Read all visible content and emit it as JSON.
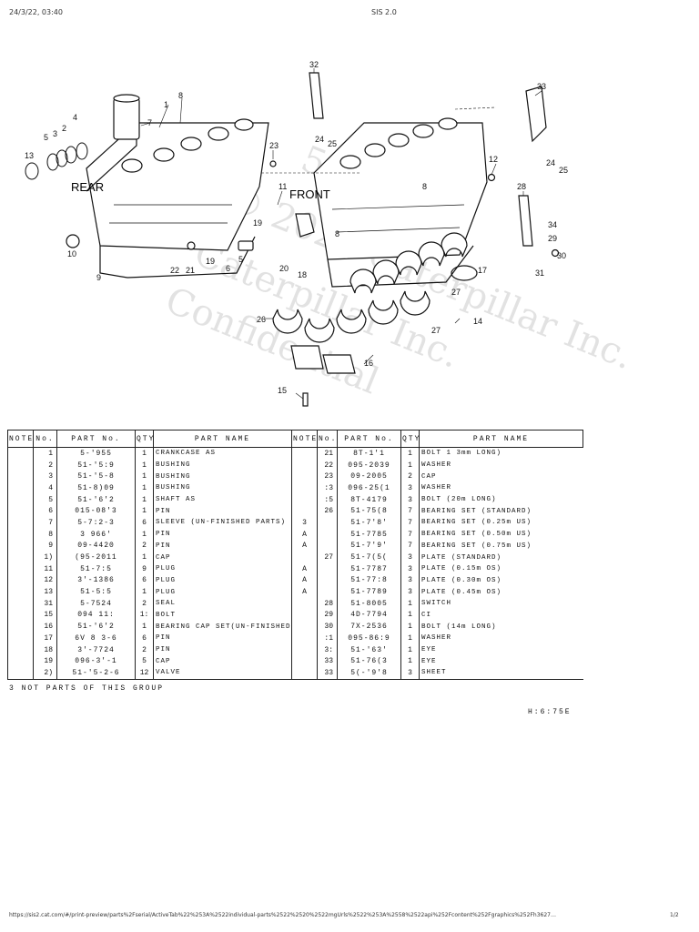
{
  "header": {
    "datetime": "24/3/22, 03:40",
    "title": "SIS 2.0"
  },
  "diagram": {
    "rear_label": "REAR",
    "front_label": "FRONT",
    "callouts": [
      "32",
      "8",
      "1",
      "7",
      "13",
      "3",
      "4",
      "2",
      "5",
      "23",
      "11",
      "24",
      "25",
      "33",
      "12",
      "24",
      "25",
      "28",
      "34",
      "29",
      "30",
      "31",
      "17",
      "8",
      "8",
      "19",
      "10",
      "9",
      "22",
      "21",
      "19",
      "6",
      "5",
      "20",
      "18",
      "26",
      "27",
      "27",
      "16",
      "14",
      "15"
    ],
    "watermark": [
      "51-7",
      "© 2022 Caterpillar Inc.",
      "Caterpillar Inc.",
      "Confidential"
    ]
  },
  "table": {
    "headers": {
      "note": "NOTE",
      "no": "No.",
      "part_no": "PART No.",
      "qty": "QTY",
      "part_name": "PART NAME"
    },
    "left_rows": [
      {
        "note": "",
        "no": "1",
        "part_no": "5-'955",
        "qty": "1",
        "name": "CRANKCASE AS"
      },
      {
        "note": "",
        "no": "2",
        "part_no": "51-'5:9",
        "qty": "1",
        "name": "BUSHING"
      },
      {
        "note": "",
        "no": "3",
        "part_no": "51-'5-8",
        "qty": "1",
        "name": "BUSHING"
      },
      {
        "note": "",
        "no": "4",
        "part_no": "51-8)09",
        "qty": "1",
        "name": "BUSHING"
      },
      {
        "note": "",
        "no": "5",
        "part_no": "51-'6'2",
        "qty": "1",
        "name": "SHAFT AS"
      },
      {
        "note": "",
        "no": "6",
        "part_no": "015-08'3",
        "qty": "1",
        "name": "PIN"
      },
      {
        "note": "",
        "no": "7",
        "part_no": "5-7:2-3",
        "qty": "6",
        "name": "SLEEVE (UN-FINISHED PARTS)"
      },
      {
        "note": "",
        "no": "8",
        "part_no": "3 966'",
        "qty": "1",
        "name": "PIN"
      },
      {
        "note": "",
        "no": "9",
        "part_no": "09-4420",
        "qty": "2",
        "name": "PIN"
      },
      {
        "note": "",
        "no": "1)",
        "part_no": "(95-2011",
        "qty": "1",
        "name": "CAP"
      },
      {
        "note": "",
        "no": "11",
        "part_no": "51-7:5",
        "qty": "9",
        "name": "PLUG"
      },
      {
        "note": "",
        "no": "12",
        "part_no": "3'-1386",
        "qty": "6",
        "name": "PLUG"
      },
      {
        "note": "",
        "no": "13",
        "part_no": "51-5:5",
        "qty": "1",
        "name": "PLUG"
      },
      {
        "note": "",
        "no": "31",
        "part_no": "5-7524",
        "qty": "2",
        "name": "SEAL"
      },
      {
        "note": "",
        "no": "15",
        "part_no": "094 11:",
        "qty": "1:",
        "name": "BOLT"
      },
      {
        "note": "",
        "no": "16",
        "part_no": "51-'6'2",
        "qty": "1",
        "name": "BEARING CAP SET(UN-FINISHED PARTS)"
      },
      {
        "note": "",
        "no": "17",
        "part_no": "6V 8 3-6",
        "qty": "6",
        "name": "PIN"
      },
      {
        "note": "",
        "no": "18",
        "part_no": "3'-7724",
        "qty": "2",
        "name": "PIN"
      },
      {
        "note": "",
        "no": "19",
        "part_no": "096-3'-1",
        "qty": "5",
        "name": "CAP"
      },
      {
        "note": "",
        "no": "2)",
        "part_no": "51-'5-2-6",
        "qty": "12",
        "name": "VALVE"
      }
    ],
    "right_rows": [
      {
        "note": "",
        "no": "21",
        "part_no": "8T-1'1",
        "qty": "1",
        "name": "BOLT 1 3mm LONG)"
      },
      {
        "note": "",
        "no": "22",
        "part_no": "095-2039",
        "qty": "1",
        "name": "WASHER"
      },
      {
        "note": "",
        "no": "23",
        "part_no": "09-2005",
        "qty": "2",
        "name": "CAP"
      },
      {
        "note": "",
        "no": ":3",
        "part_no": "096-25(1",
        "qty": "3",
        "name": "WASHER"
      },
      {
        "note": "",
        "no": ":5",
        "part_no": "8T-4179",
        "qty": "3",
        "name": "BOLT (20m LONG)"
      },
      {
        "note": "",
        "no": "26",
        "part_no": "51-75(8",
        "qty": "7",
        "name": "BEARING SET (STANDARD)"
      },
      {
        "note": "3",
        "no": "",
        "part_no": "51-7'8'",
        "qty": "7",
        "name": "BEARING SET (0.25m US)"
      },
      {
        "note": "A",
        "no": "",
        "part_no": "51-7785",
        "qty": "7",
        "name": "BEARING SET (0.50m US)"
      },
      {
        "note": "A",
        "no": "",
        "part_no": "51-7'9'",
        "qty": "7",
        "name": "BEARING SET (0.75m US)"
      },
      {
        "note": "",
        "no": "27",
        "part_no": "51-7(5(",
        "qty": "3",
        "name": "PLATE (STANDARD)"
      },
      {
        "note": "A",
        "no": "",
        "part_no": "51-7787",
        "qty": "3",
        "name": "PLATE (0.15m OS)"
      },
      {
        "note": "A",
        "no": "",
        "part_no": "51-77:8",
        "qty": "3",
        "name": "PLATE (0.30m OS)"
      },
      {
        "note": "A",
        "no": "",
        "part_no": "51-7789",
        "qty": "3",
        "name": "PLATE (0.45m OS)"
      },
      {
        "note": "",
        "no": "28",
        "part_no": "51-8005",
        "qty": "1",
        "name": "SWITCH"
      },
      {
        "note": "",
        "no": "29",
        "part_no": "4D-7794",
        "qty": "1",
        "name": "CI"
      },
      {
        "note": "",
        "no": "30",
        "part_no": "7X-2536",
        "qty": "1",
        "name": "BOLT (14m LONG)"
      },
      {
        "note": "",
        "no": ":1",
        "part_no": "095-86:9",
        "qty": "1",
        "name": "WASHER"
      },
      {
        "note": "",
        "no": "3:",
        "part_no": "51-'63'",
        "qty": "1",
        "name": "EYE"
      },
      {
        "note": "",
        "no": "33",
        "part_no": "51-76(3",
        "qty": "1",
        "name": "EYE"
      },
      {
        "note": "",
        "no": "33",
        "part_no": "5(-'9'8",
        "qty": "3",
        "name": "SHEET"
      }
    ]
  },
  "footnote": "3 NOT PARTS OF THIS GROUP",
  "doc_id": "H:6:75E",
  "footer": {
    "url": "https://sis2.cat.com/#/print-preview/parts%2Fserial/ActiveTab%22%253A%2522individual-parts%2522%2520%2522mgUrls%2522%253A%2558%2522api%252Fcontent%252Fgraphics%252Fh3627…",
    "page": "1/2"
  }
}
